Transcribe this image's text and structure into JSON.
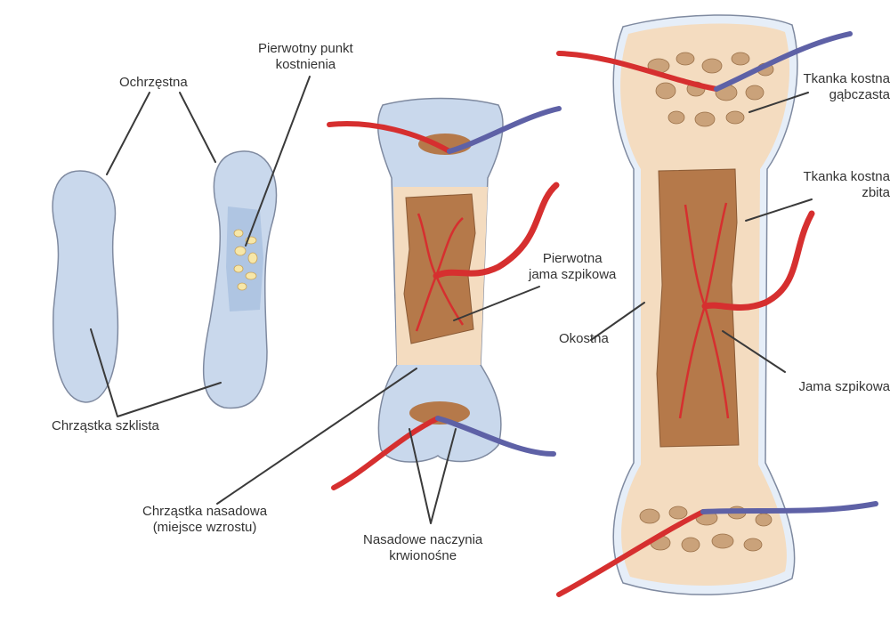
{
  "colors": {
    "cartilage": "#c9d8ec",
    "cartilage_stroke": "#7f8aa0",
    "bone": "#f4dcc0",
    "spongy": "#caa27a",
    "marrow": "#b5794a",
    "artery": "#d62f2f",
    "vein": "#5e61a6",
    "periosteum": "#e6eef8",
    "leader": "#3a3a3a"
  },
  "labels": {
    "perichondrium": "Ochrzęstna",
    "primary_center_line1": "Pierwotny punkt",
    "primary_center_line2": "kostnienia",
    "hyaline": "Chrząstka szklista",
    "growth_plate_line1": "Chrząstka nasadowa",
    "growth_plate_line2": "(miejsce wzrostu)",
    "primary_cavity_line1": "Pierwotna",
    "primary_cavity_line2": "jama szpikowa",
    "epiphyseal_vessels_line1": "Nasadowe naczynia",
    "epiphyseal_vessels_line2": "krwionośne",
    "spongy_line1": "Tkanka kostna",
    "spongy_line2": "gąbczasta",
    "compact_line1": "Tkanka kostna",
    "compact_line2": "zbita",
    "periosteum": "Okostna",
    "marrow_cavity": "Jama szpikowa"
  },
  "icons": [
    "cartilage-model-shape",
    "bone-shape",
    "blood-vessel",
    "spongy-bone-texture"
  ]
}
